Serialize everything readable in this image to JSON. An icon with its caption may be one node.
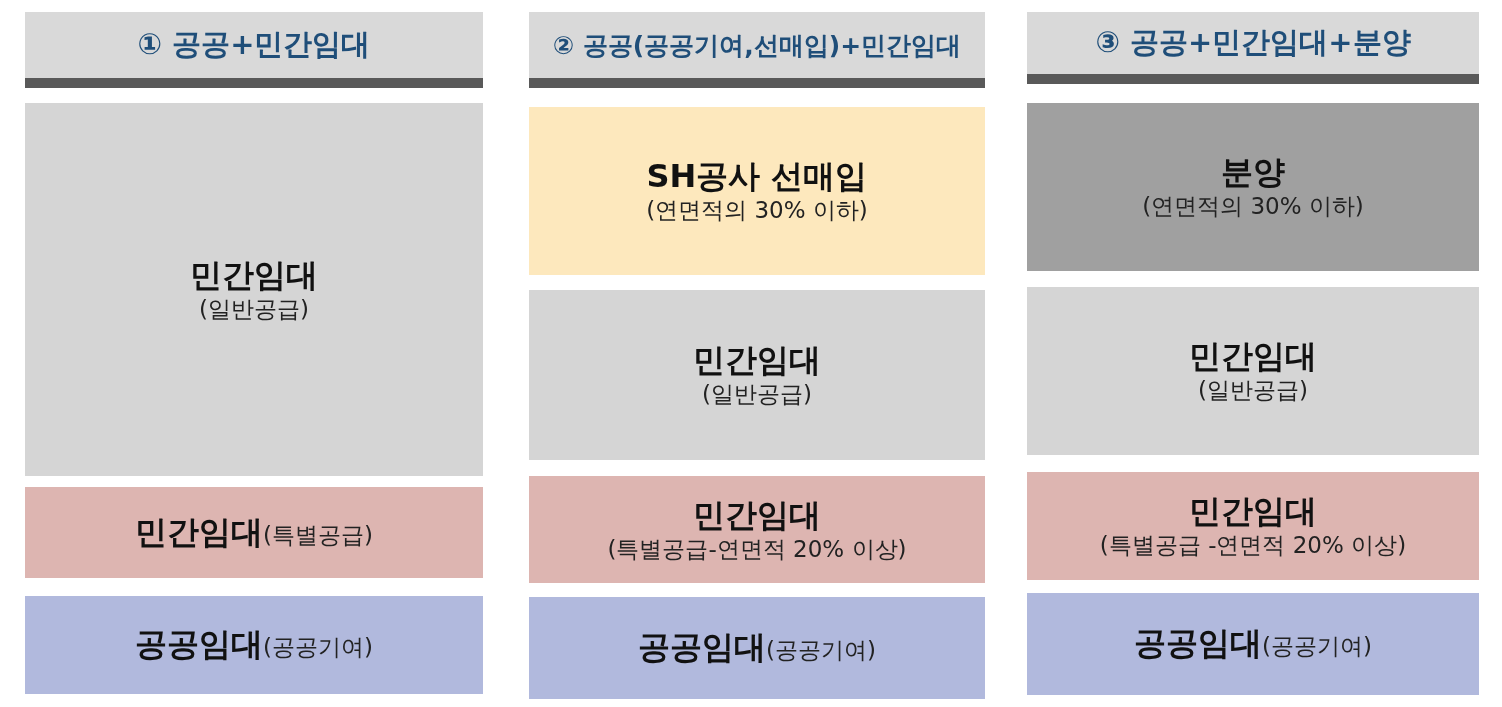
{
  "diagram": {
    "nodes": [
      {
        "text": [
          "① 공공+민간임대"
        ]
      },
      {
        "text": [
          "민간임대",
          "(일반공급)"
        ]
      },
      {
        "text": [
          "**민간임대**(특별공급)"
        ]
      },
      {
        "text": [
          "**공공임대**(공공기여)"
        ]
      },
      {
        "text": [
          "② 공공(공공기여,선매입)+민간임대"
        ]
      },
      {
        "text": [
          "SH공사 선매입",
          "(연면적의 30% 이하)"
        ]
      },
      {
        "text": [
          "민간임대",
          "(일반공급)"
        ]
      },
      {
        "text": [
          "민간임대",
          "(특별공급-연면적 20% 이상)"
        ]
      },
      {
        "text": [
          "**공공임대**(공공기여)"
        ]
      },
      {
        "text": [
          "③ 공공+민간임대+분양"
        ]
      },
      {
        "text": [
          "분양",
          "(연면적의 30% 이하)"
        ]
      },
      {
        "text": [
          "민간임대",
          "(일반공급)"
        ]
      },
      {
        "text": [
          "민간임대",
          "(특별공급 -연면적 20% 이상)"
        ]
      },
      {
        "text": [
          "**공공임대**(공공기여)"
        ]
      }
    ]
  }
}
